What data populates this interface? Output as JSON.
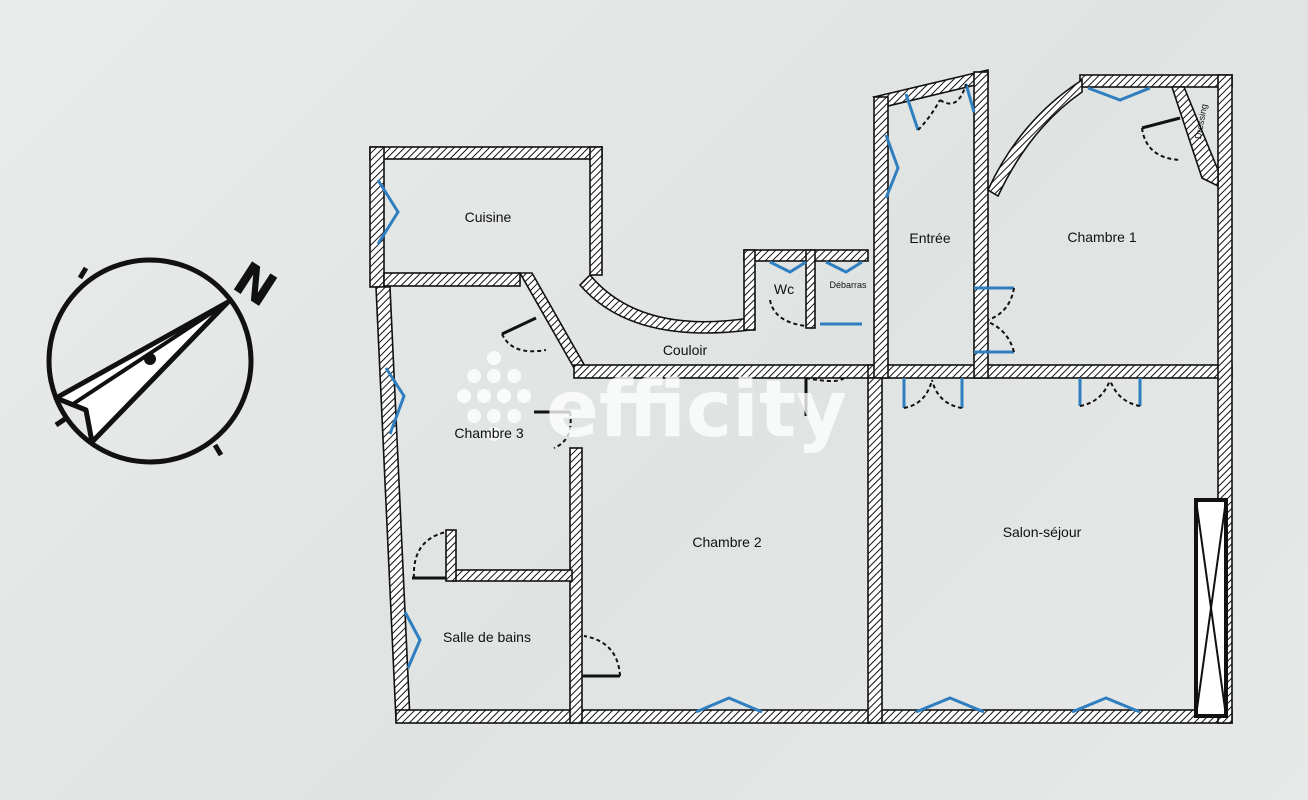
{
  "rooms": {
    "cuisine": "Cuisine",
    "wc": "Wc",
    "debarras": "Débarras",
    "couloir": "Couloir",
    "entree": "Entrée",
    "chambre1": "Chambre 1",
    "dressing": "Dressing",
    "chambre3": "Chambre 3",
    "chambre2": "Chambre 2",
    "salon": "Salon-séjour",
    "salle_de_bains": "Salle de bains"
  },
  "compass": {
    "north_letter": "N"
  },
  "watermark": {
    "brand": "efficity"
  },
  "colors": {
    "wall_stroke": "#111111",
    "window": "#2f7fc0",
    "background": "#e4e7e5",
    "watermark": "#ffffff"
  }
}
